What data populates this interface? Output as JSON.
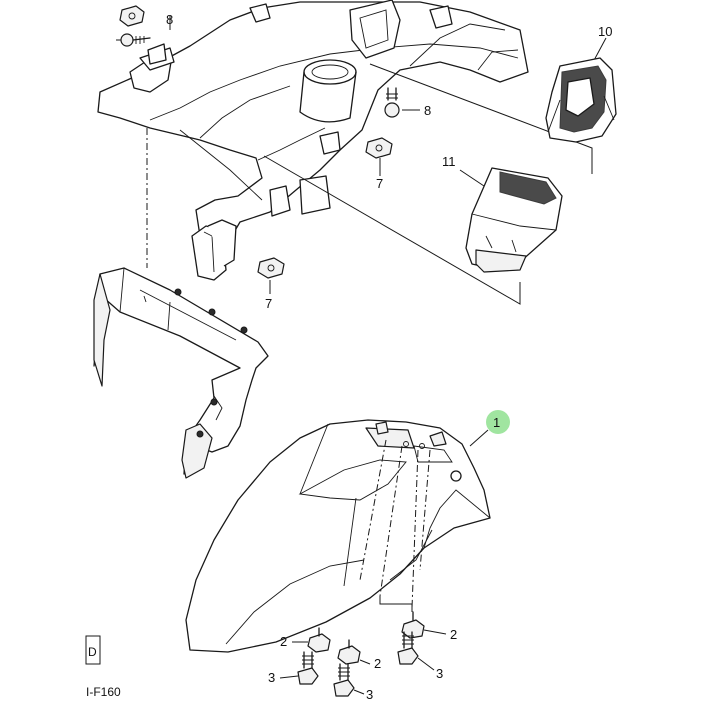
{
  "diagram": {
    "callouts": {
      "c8_top": "8",
      "c8_mid": "8",
      "c10": "10",
      "c11": "11",
      "c7_a": "7",
      "c7_b": "7",
      "c1": "1",
      "c2_left": "2",
      "c2_mid": "2",
      "c2_right": "2",
      "c3_left": "3",
      "c3_mid": "3",
      "c3_right": "3"
    },
    "figure_code": "I-F160",
    "edge_glyph": "D",
    "highlight_color": "#8fe08f"
  }
}
